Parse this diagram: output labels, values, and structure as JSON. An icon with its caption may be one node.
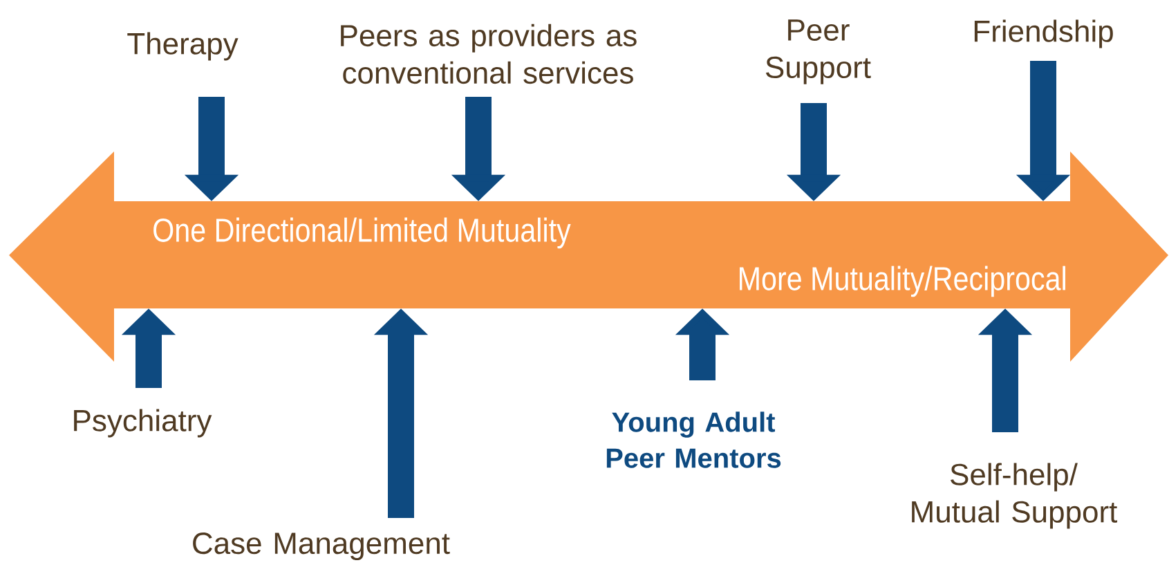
{
  "diagram": {
    "nodes": [
      {
        "text": [
          "Therapy"
        ]
      },
      {
        "text": [
          "Peers as providers as conventional services"
        ]
      },
      {
        "text": [
          "Peer Support"
        ]
      },
      {
        "text": [
          "Friendship"
        ]
      },
      {
        "text": [
          "One Directional/Limited Mutuality",
          "More Mutuality/Reciprocal"
        ]
      },
      {
        "text": [
          "Psychiatry"
        ]
      },
      {
        "text": [
          "Case Management"
        ]
      },
      {
        "text": [
          "Young Adult Peer Mentors"
        ]
      },
      {
        "text": [
          "Self-help/ Mutual Support"
        ]
      }
    ],
    "edges": [
      {
        "from": 0,
        "to": 4,
        "arrow": "to"
      },
      {
        "from": 1,
        "to": 4,
        "arrow": "to"
      },
      {
        "from": 2,
        "to": 4,
        "arrow": "to"
      },
      {
        "from": 3,
        "to": 4,
        "arrow": "to"
      },
      {
        "from": 5,
        "to": 4,
        "arrow": "to"
      },
      {
        "from": 6,
        "to": 4,
        "arrow": "to"
      },
      {
        "from": 7,
        "to": 4,
        "arrow": "to"
      },
      {
        "from": 8,
        "to": 4,
        "arrow": "to"
      }
    ]
  }
}
